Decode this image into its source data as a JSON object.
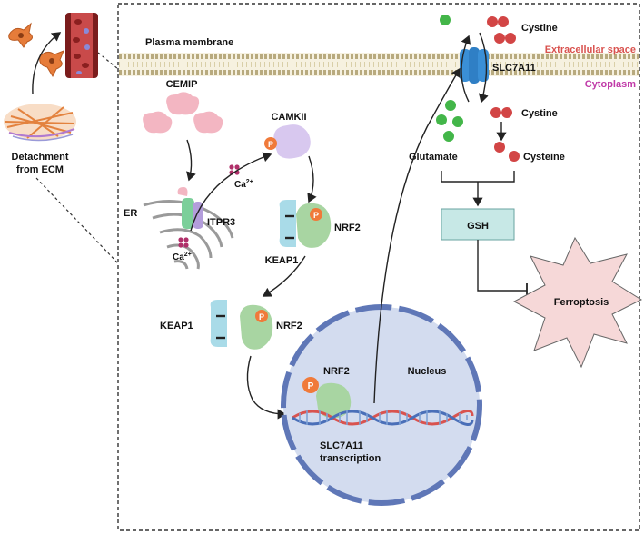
{
  "left_panel": {
    "detachment_line1": "Detachment",
    "detachment_line2": "from ECM"
  },
  "membrane": {
    "label": "Plasma membrane",
    "extracellular": "Extracellular space",
    "cytoplasm": "Cytoplasm",
    "transporter": "SLC7A11"
  },
  "pathway": {
    "cemip": "CEMIP",
    "camkii": "CAMKII",
    "er": "ER",
    "itpr3": "ITPR3",
    "ca": "Ca",
    "ca_sup": "2+",
    "nrf2": "NRF2",
    "keap1": "KEAP1",
    "phospho": "P"
  },
  "metabolism": {
    "cystine_out": "Cystine",
    "cystine_in": "Cystine",
    "glutamate": "Glutamate",
    "cysteine": "Cysteine",
    "gsh": "GSH",
    "ferroptosis": "Ferroptosis"
  },
  "nucleus": {
    "label": "Nucleus",
    "transcription_line1": "SLC7A11",
    "transcription_line2": "transcription"
  },
  "colors": {
    "membrane_accent": "#d9534f",
    "cytoplasm_label": "#c03aa8",
    "transporter": "#3a8fd6",
    "glutamate": "#43b649",
    "cystine": "#d24545",
    "phospho": "#f07a3a",
    "nrf2": "#a8d5a2",
    "keap1": "#a9dbe8",
    "nucleus": "#d3dcef",
    "gsh_box": "#c7e8e6",
    "ferroptosis": "#f6d8d8"
  }
}
